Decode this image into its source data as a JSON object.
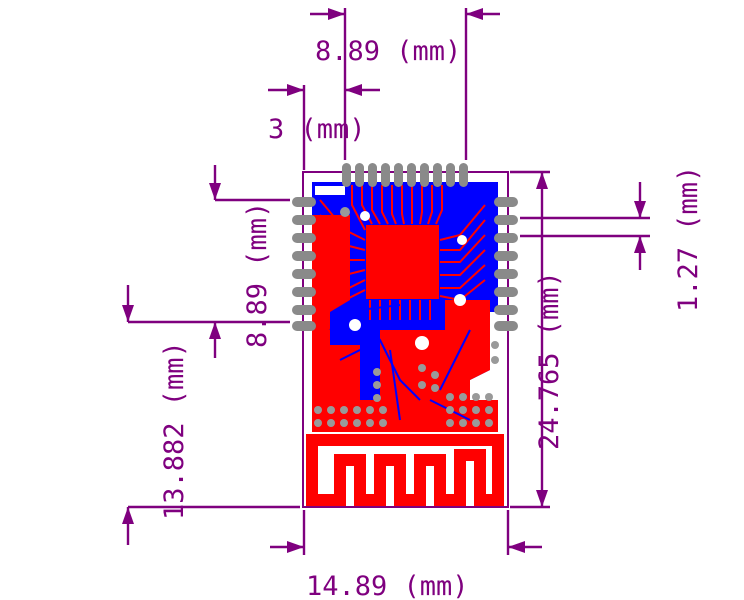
{
  "dimensions": {
    "top_width": "8.89 (mm)",
    "top_offset": "3 (mm)",
    "left_pin_span": "8.89 (mm)",
    "left_lower_offset": "13.882 (mm)",
    "right_pitch": "1.27 (mm)",
    "right_height": "24.765 (mm)",
    "bottom_width": "14.89 (mm)"
  },
  "colors": {
    "dimension": "#7f007f",
    "top_copper": "#ff0000",
    "bottom_copper": "#0000ff",
    "pad": "#8a8a8a",
    "outline": "#ffffff"
  }
}
